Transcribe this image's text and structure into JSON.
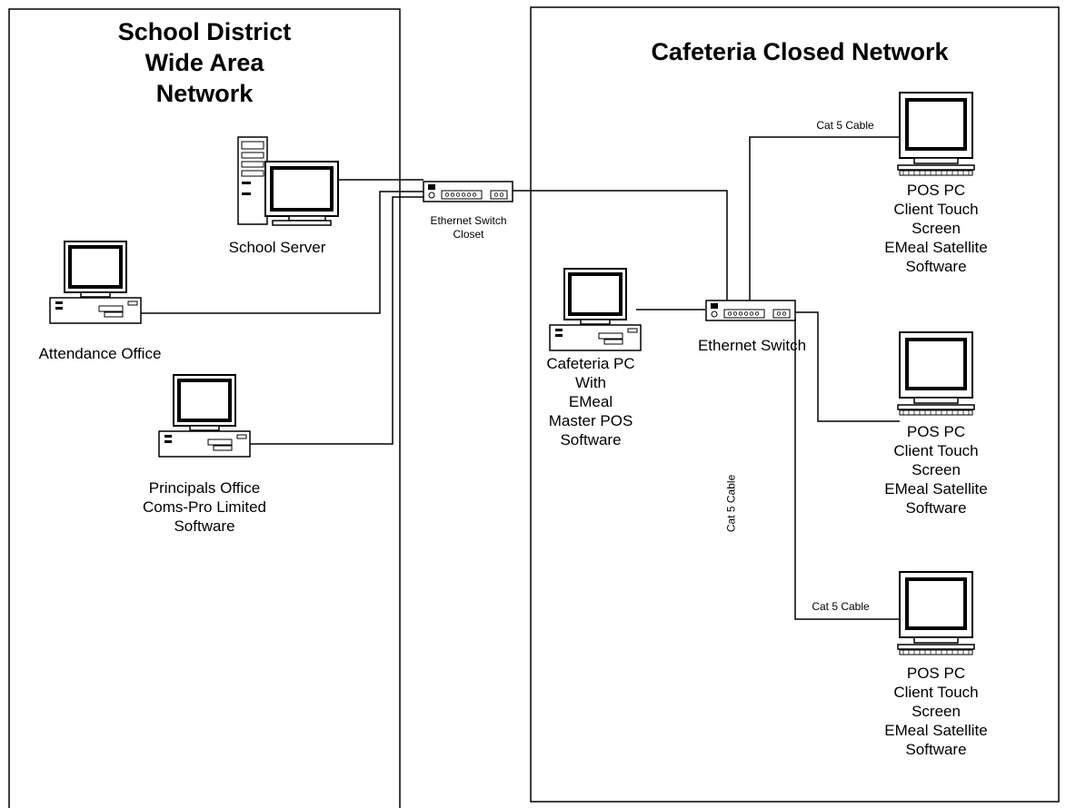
{
  "diagram": {
    "left_zone": {
      "title": "School District\nWide Area\nNetwork"
    },
    "right_zone": {
      "title": "Cafeteria Closed Network"
    },
    "nodes": {
      "school_server": {
        "label": "School Server"
      },
      "attendance_office": {
        "label": "Attendance Office"
      },
      "principals_office": {
        "label": "Principals Office\nComs-Pro Limited\nSoftware"
      },
      "switch_closet": {
        "label": "Ethernet  Switch\nCloset"
      },
      "cafeteria_pc": {
        "label": "Cafeteria PC\nWith\nEMeal\nMaster POS\nSoftware"
      },
      "cafeteria_switch": {
        "label": "Ethernet Switch"
      },
      "pos_1": {
        "label": "POS PC\nClient Touch\nScreen\nEMeal Satellite\nSoftware"
      },
      "pos_2": {
        "label": "POS PC\nClient Touch\nScreen\nEMeal Satellite\nSoftware"
      },
      "pos_3": {
        "label": "POS PC\nClient Touch\nScreen\nEMeal Satellite\nSoftware"
      }
    },
    "cable_labels": {
      "pos_1": "Cat 5 Cable",
      "pos_2": "Cat 5 Cable",
      "pos_3": "Cat 5 Cable"
    }
  }
}
